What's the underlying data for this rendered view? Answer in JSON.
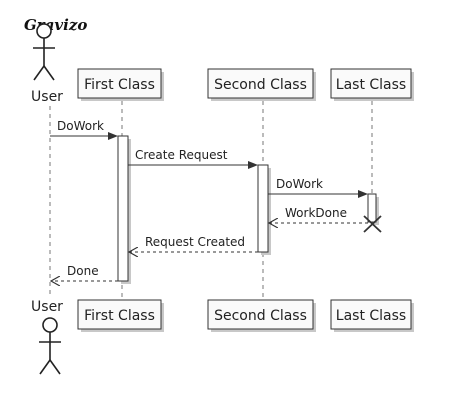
{
  "logo": "Gravizo",
  "participants": {
    "user": "User",
    "first": "First Class",
    "second": "Second Class",
    "last": "Last Class"
  },
  "messages": {
    "m1": "DoWork",
    "m2": "Create Request",
    "m3": "DoWork",
    "m4": "WorkDone",
    "m5": "Request Created",
    "m6": "Done"
  }
}
